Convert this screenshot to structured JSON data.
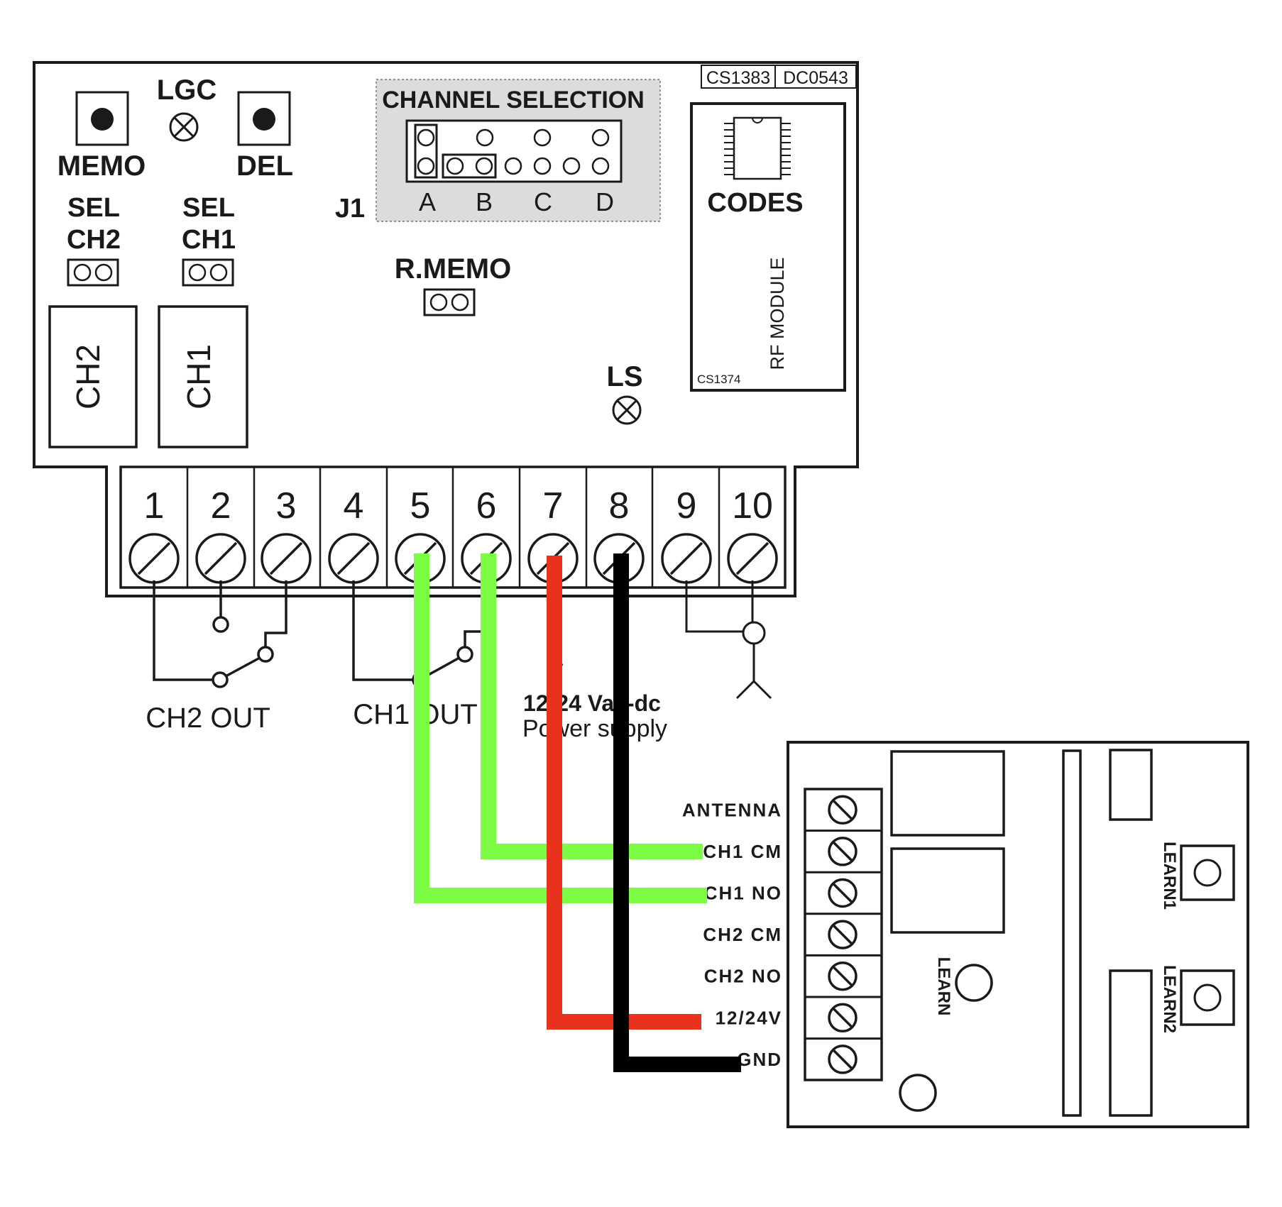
{
  "board": {
    "codes_ids": [
      "CS1383",
      "DC0543"
    ],
    "memo_label": "MEMO",
    "del_label": "DEL",
    "lgc_label": "LGC",
    "sel_ch2_label": [
      "SEL",
      "CH2"
    ],
    "sel_ch1_label": [
      "SEL",
      "CH1"
    ],
    "j1_label": "J1",
    "channel_selection_title": "CHANNEL SELECTION",
    "channel_letters": [
      "A",
      "B",
      "C",
      "D"
    ],
    "rmemo_label": "R.MEMO",
    "ls_label": "LS",
    "codes_label": "CODES",
    "rf_module_label": "RF MODULE",
    "rf_module_code": "CS1374",
    "relay_ch2_label": "CH2",
    "relay_ch1_label": "CH1",
    "terminals": [
      "1",
      "2",
      "3",
      "4",
      "5",
      "6",
      "7",
      "8",
      "9",
      "10"
    ],
    "ch2_out_label": "CH2 OUT",
    "ch1_out_label": "CH1 OUT",
    "power_line1": "12-24 Vac-dc",
    "power_line2": "Power supply"
  },
  "receiver": {
    "terminals": [
      "ANTENNA",
      "CH1 CM",
      "CH1 NO",
      "CH2 CM",
      "CH2 NO",
      "12/24V",
      "GND"
    ],
    "learn_label": "LEARN",
    "learn1_label": "LEARN1",
    "learn2_label": "LEARN2"
  },
  "wires": {
    "green": "#7cfc45",
    "red": "#e8321e",
    "black": "#000000"
  }
}
